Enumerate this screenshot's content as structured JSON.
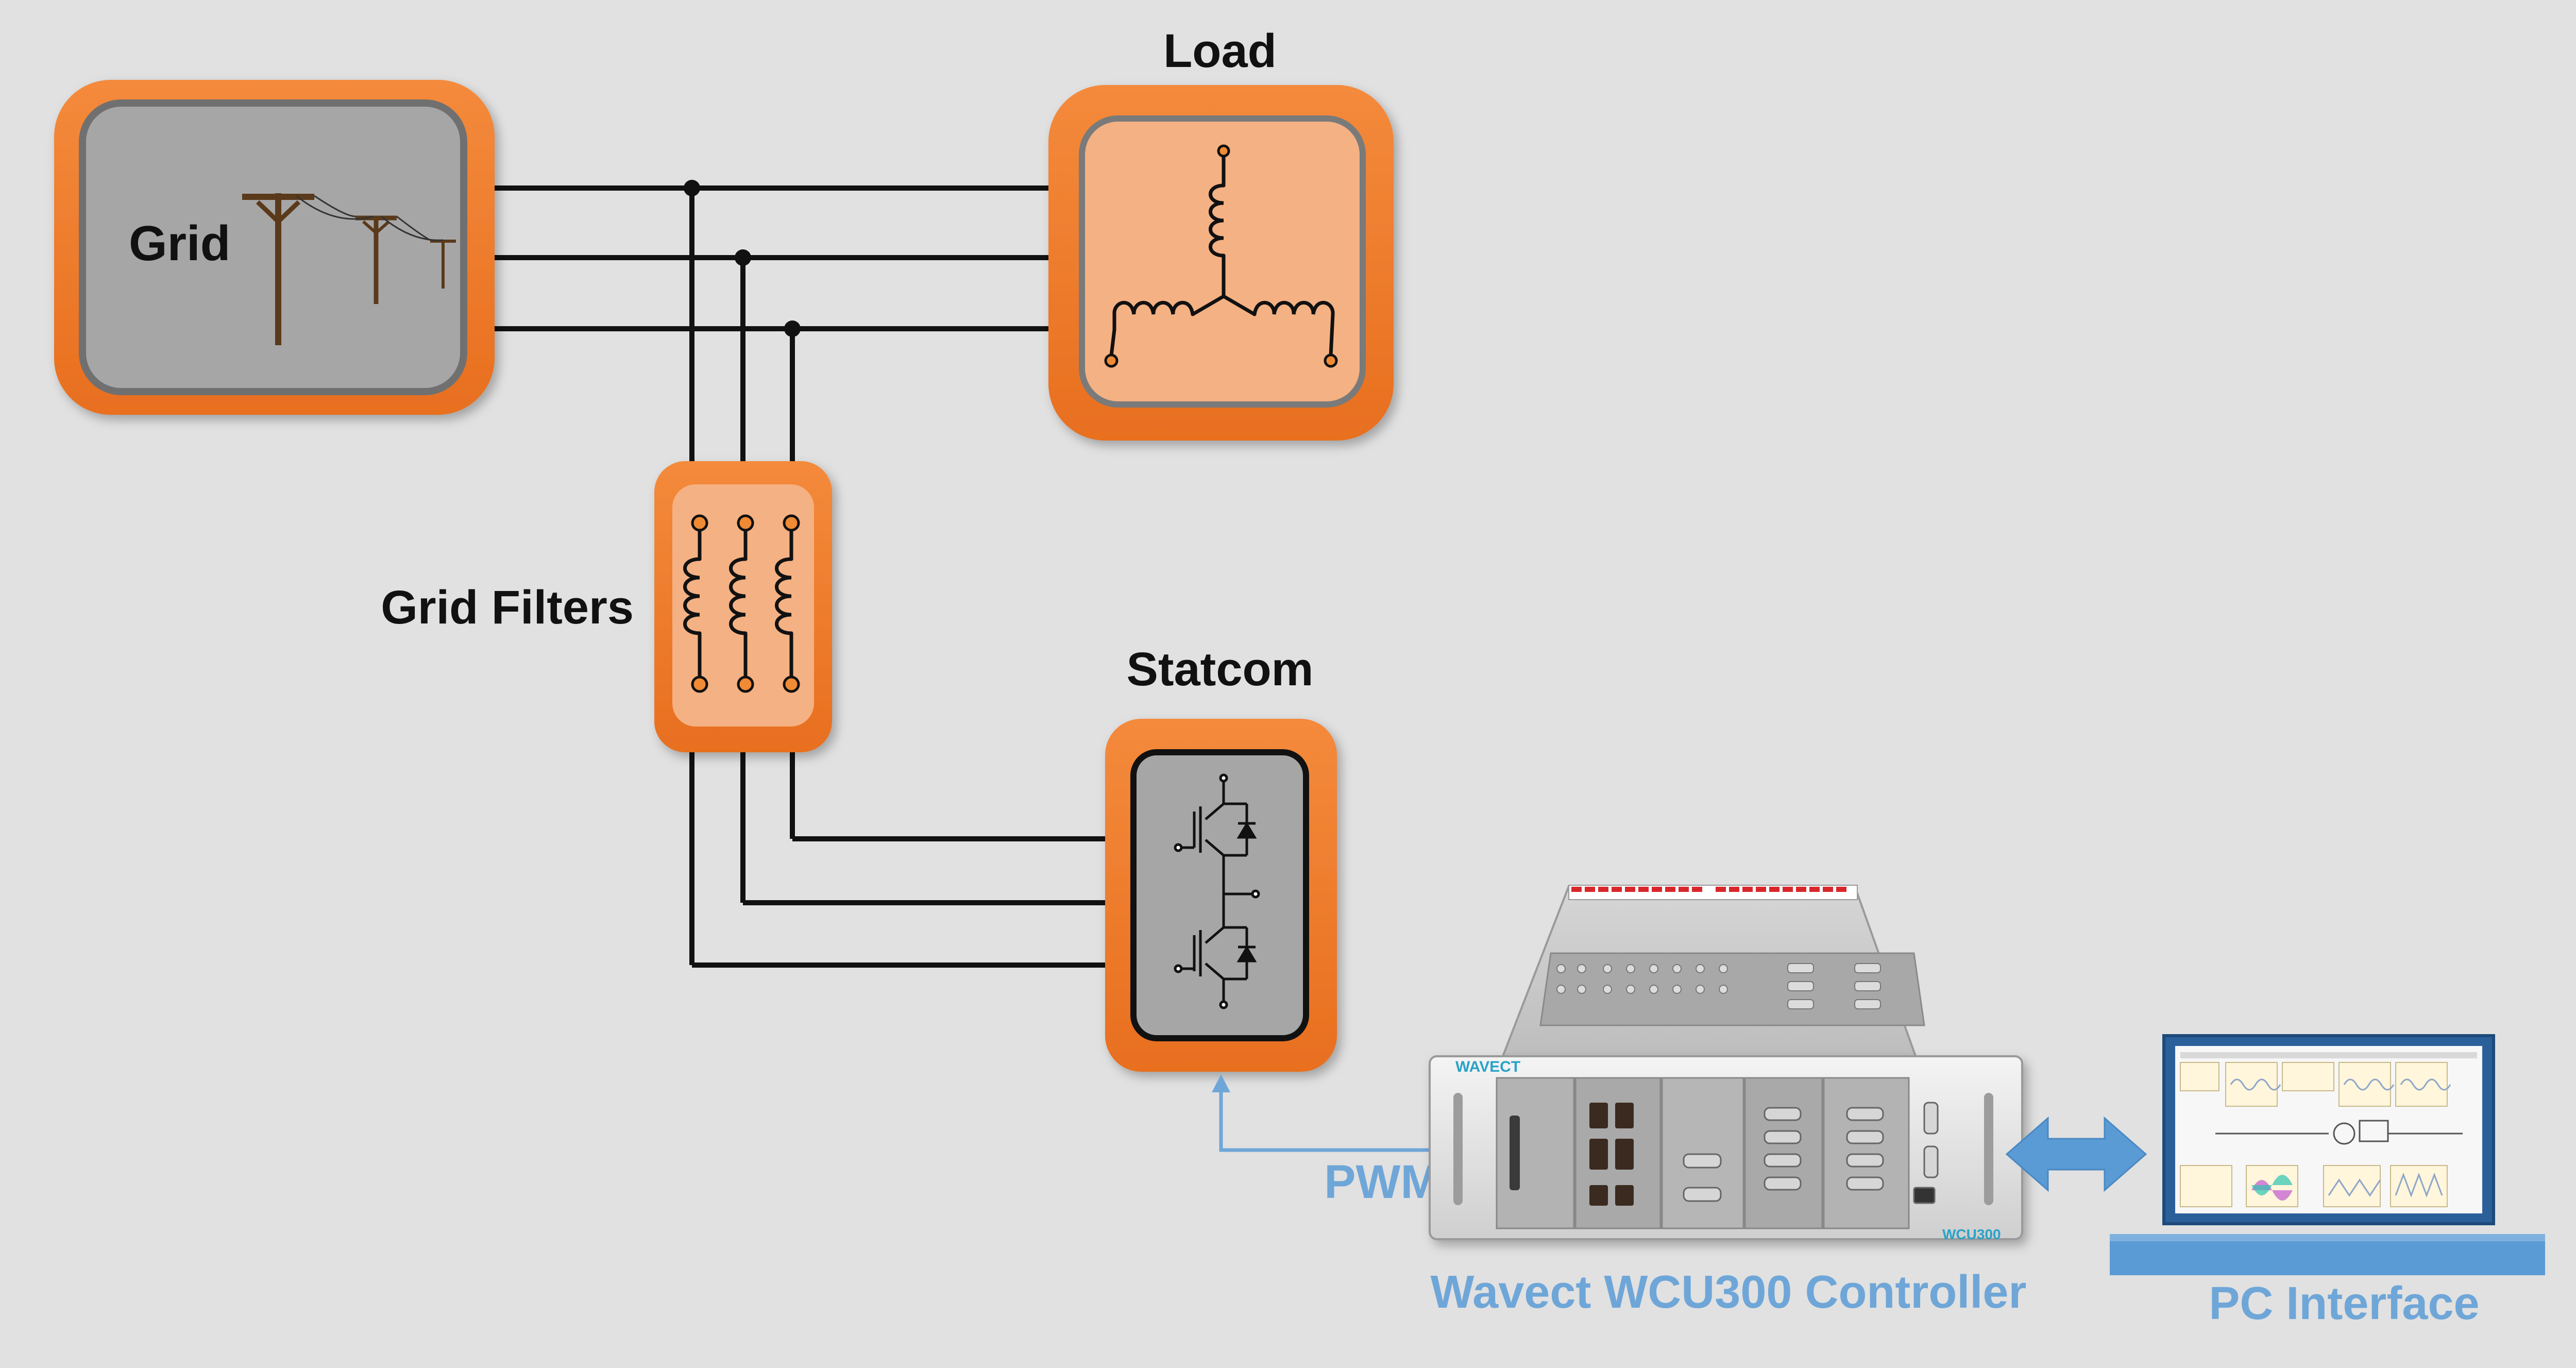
{
  "labels": {
    "grid": "Grid",
    "load": "Load",
    "grid_filters": "Grid Filters",
    "statcom": "Statcom",
    "pwm": "PWM",
    "controller": "Wavect WCU300 Controller",
    "pc_interface": "PC Interface"
  },
  "device": {
    "brand": "WAVECT",
    "model": "WCU300"
  },
  "colors": {
    "background": "#e1e1e1",
    "orange": "#ef7a2a",
    "load_fill": "#f4b183",
    "panel_gray": "#a6a6a6",
    "signal_blue": "#6fa6d8",
    "wire": "#111111"
  },
  "icons": [
    "power-pole-icon",
    "wye-load-coil-icon",
    "filter-inductor-icon",
    "igbt-half-bridge-icon",
    "controller-rack-icon",
    "monitor-icon",
    "double-arrow-icon"
  ]
}
